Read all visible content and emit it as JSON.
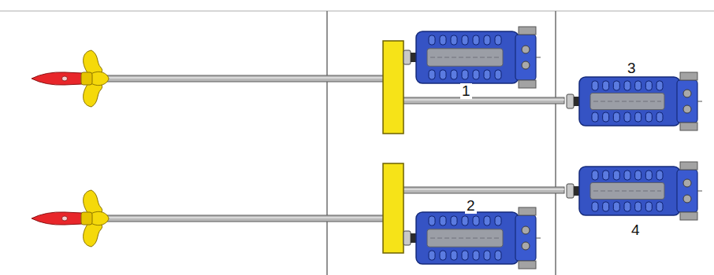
{
  "diagram": {
    "labels": [
      "3",
      "1",
      "2",
      "4"
    ]
  }
}
